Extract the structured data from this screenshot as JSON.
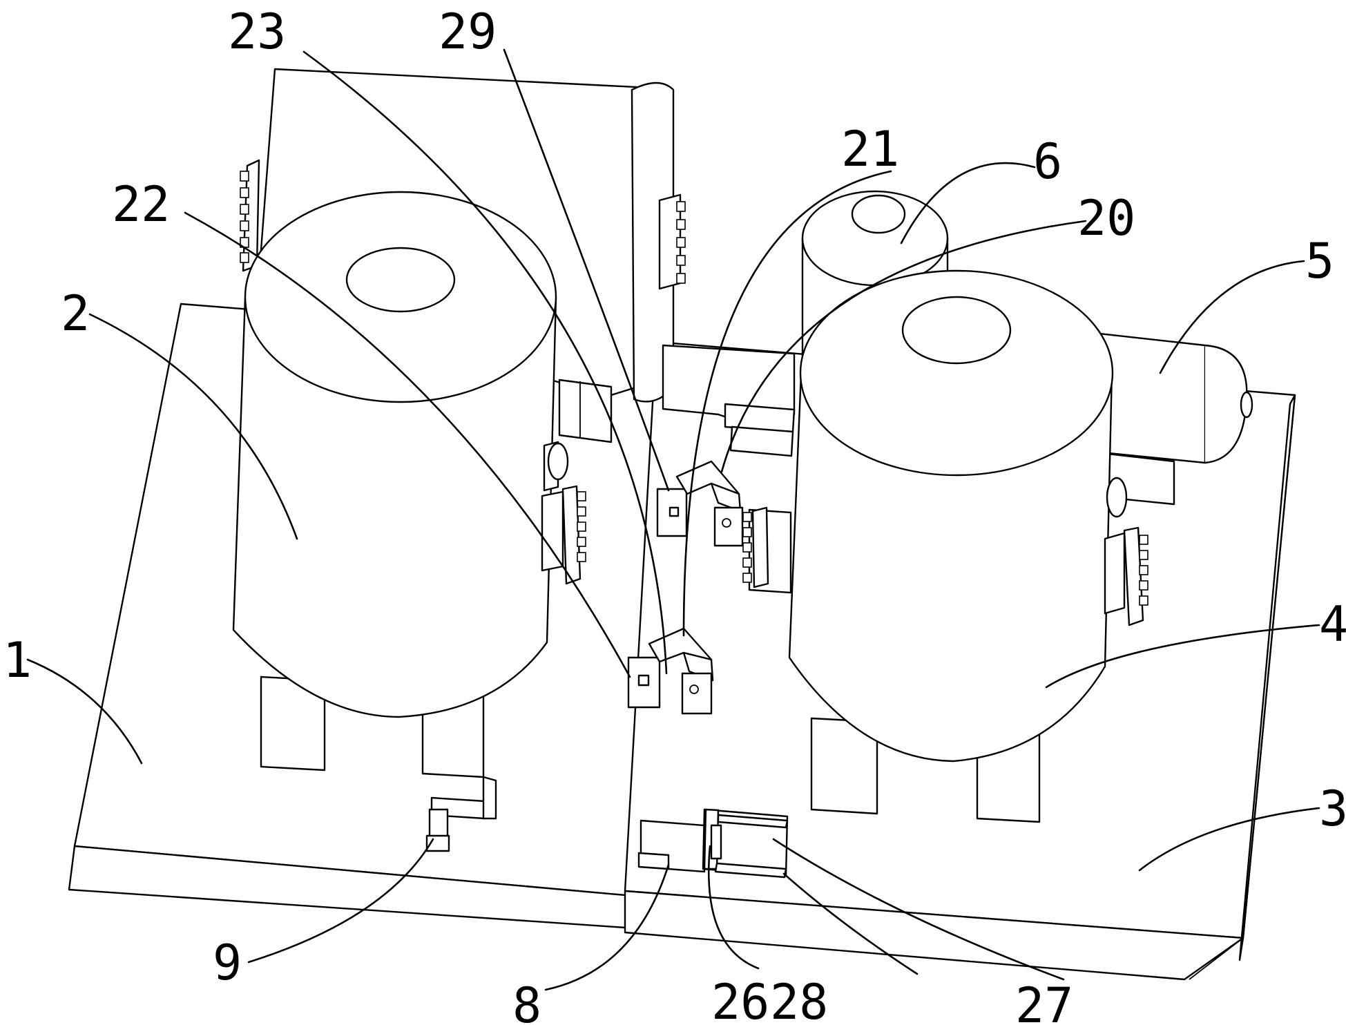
{
  "figure": {
    "labels": {
      "l1": "1",
      "l2": "2",
      "l3": "3",
      "l4": "4",
      "l5": "5",
      "l6": "6",
      "l8": "8",
      "l9": "9",
      "l20": "20",
      "l21": "21",
      "l22": "22",
      "l23": "23",
      "l26": "26",
      "l27": "27",
      "l28": "28",
      "l29": "29"
    }
  }
}
